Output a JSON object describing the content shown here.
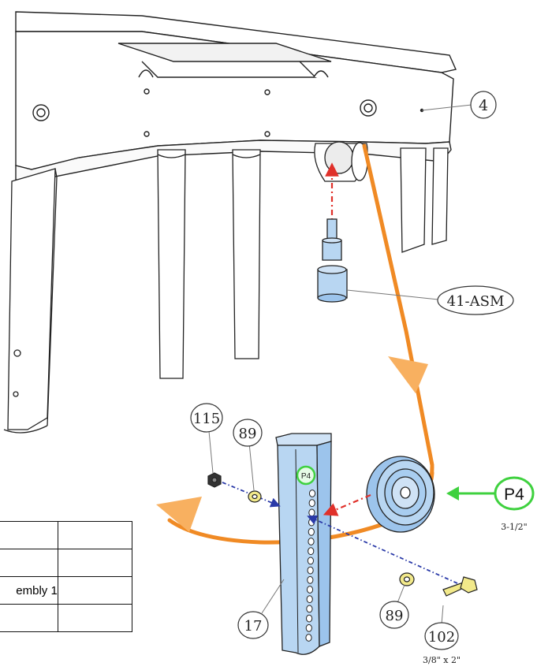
{
  "callouts": {
    "c4": "4",
    "c41": "41-ASM",
    "c115": "115",
    "c89a": "89",
    "c89b": "89",
    "c17": "17",
    "c102": "102",
    "p4_badge": "P4",
    "p4_small": "P4"
  },
  "annotations": {
    "pulley_size": "3-1/2\"",
    "bolt_size": "3/8\" x 2\""
  },
  "table": {
    "rows": [
      [
        "",
        ""
      ],
      [
        "",
        ""
      ],
      [
        "embly 1",
        ""
      ],
      [
        "",
        ""
      ]
    ]
  },
  "colors": {
    "cable": "#f08a24",
    "highlight_blue": "#b8d6f2",
    "p4_green": "#3fd13f",
    "bolt_yellow": "#f2e98a",
    "guide_red": "#e0302a",
    "guide_blue": "#2a3aa8"
  }
}
